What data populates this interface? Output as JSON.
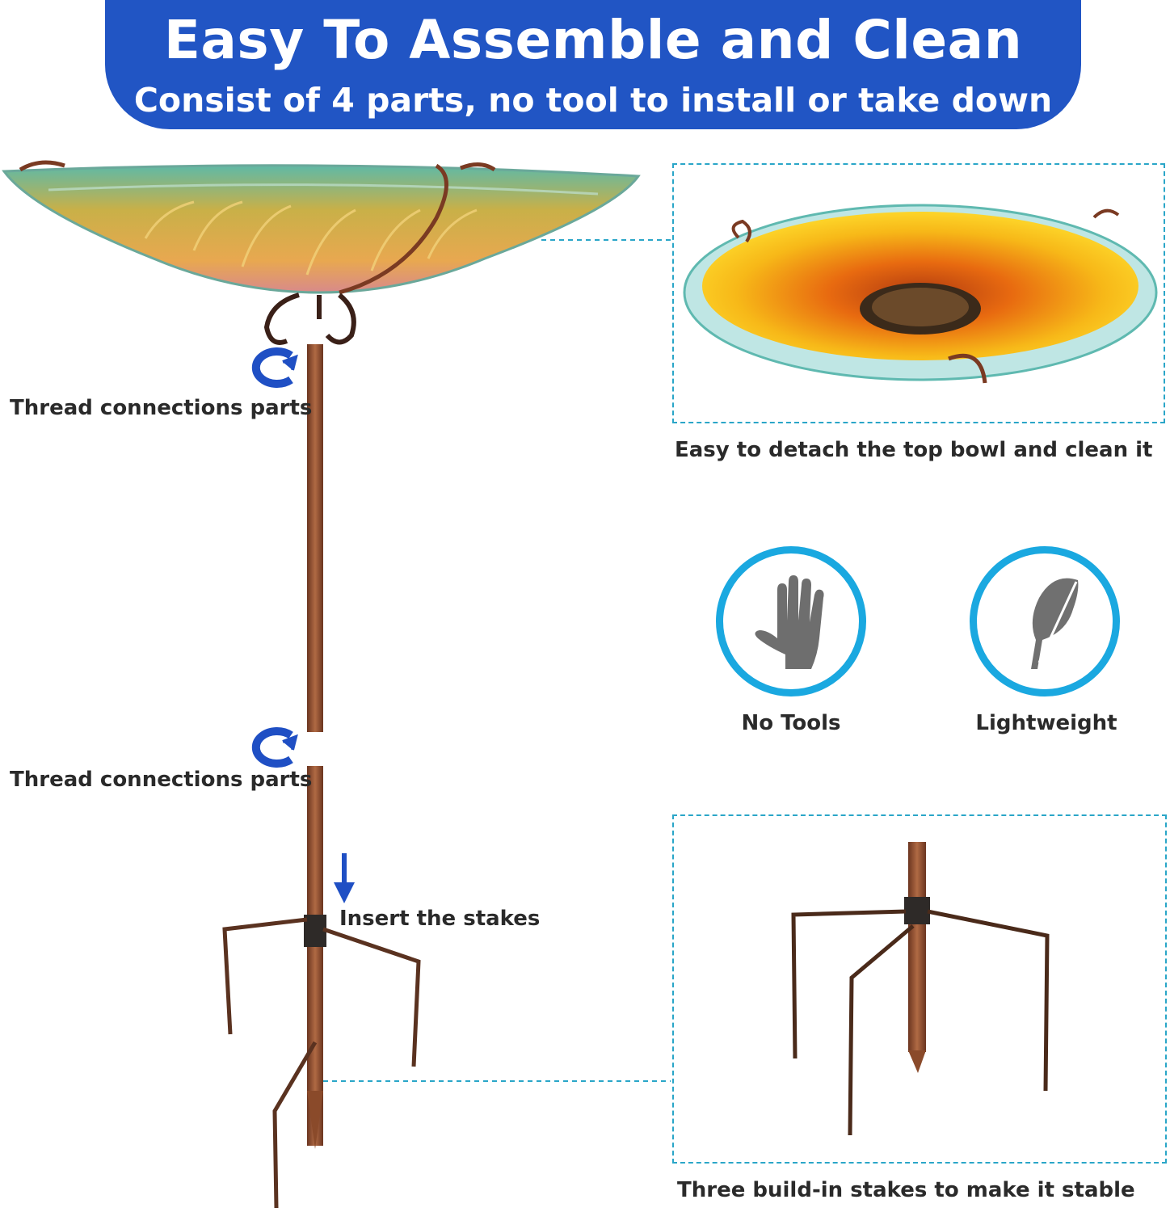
{
  "banner": {
    "title": "Easy To Assemble and Clean",
    "subtitle": "Consist of 4 parts, no tool to install or take down",
    "color": "#2155c4"
  },
  "left": {
    "thread_label_1": "Thread connections parts",
    "thread_label_2": "Thread connections parts",
    "insert_label": "Insert the stakes"
  },
  "right": {
    "bowl_caption": "Easy to detach the top bowl and clean it",
    "features": [
      {
        "label": "No Tools",
        "icon": "hand-icon"
      },
      {
        "label": "Lightweight",
        "icon": "feather-icon"
      }
    ],
    "stakes_caption": "Three build-in stakes to make it stable"
  },
  "colors": {
    "accent_circle": "#1aa8e0",
    "dashed_border": "#2aa6c8",
    "copper": "#8a4a2a",
    "arrow_blue": "#1f4fc4"
  }
}
